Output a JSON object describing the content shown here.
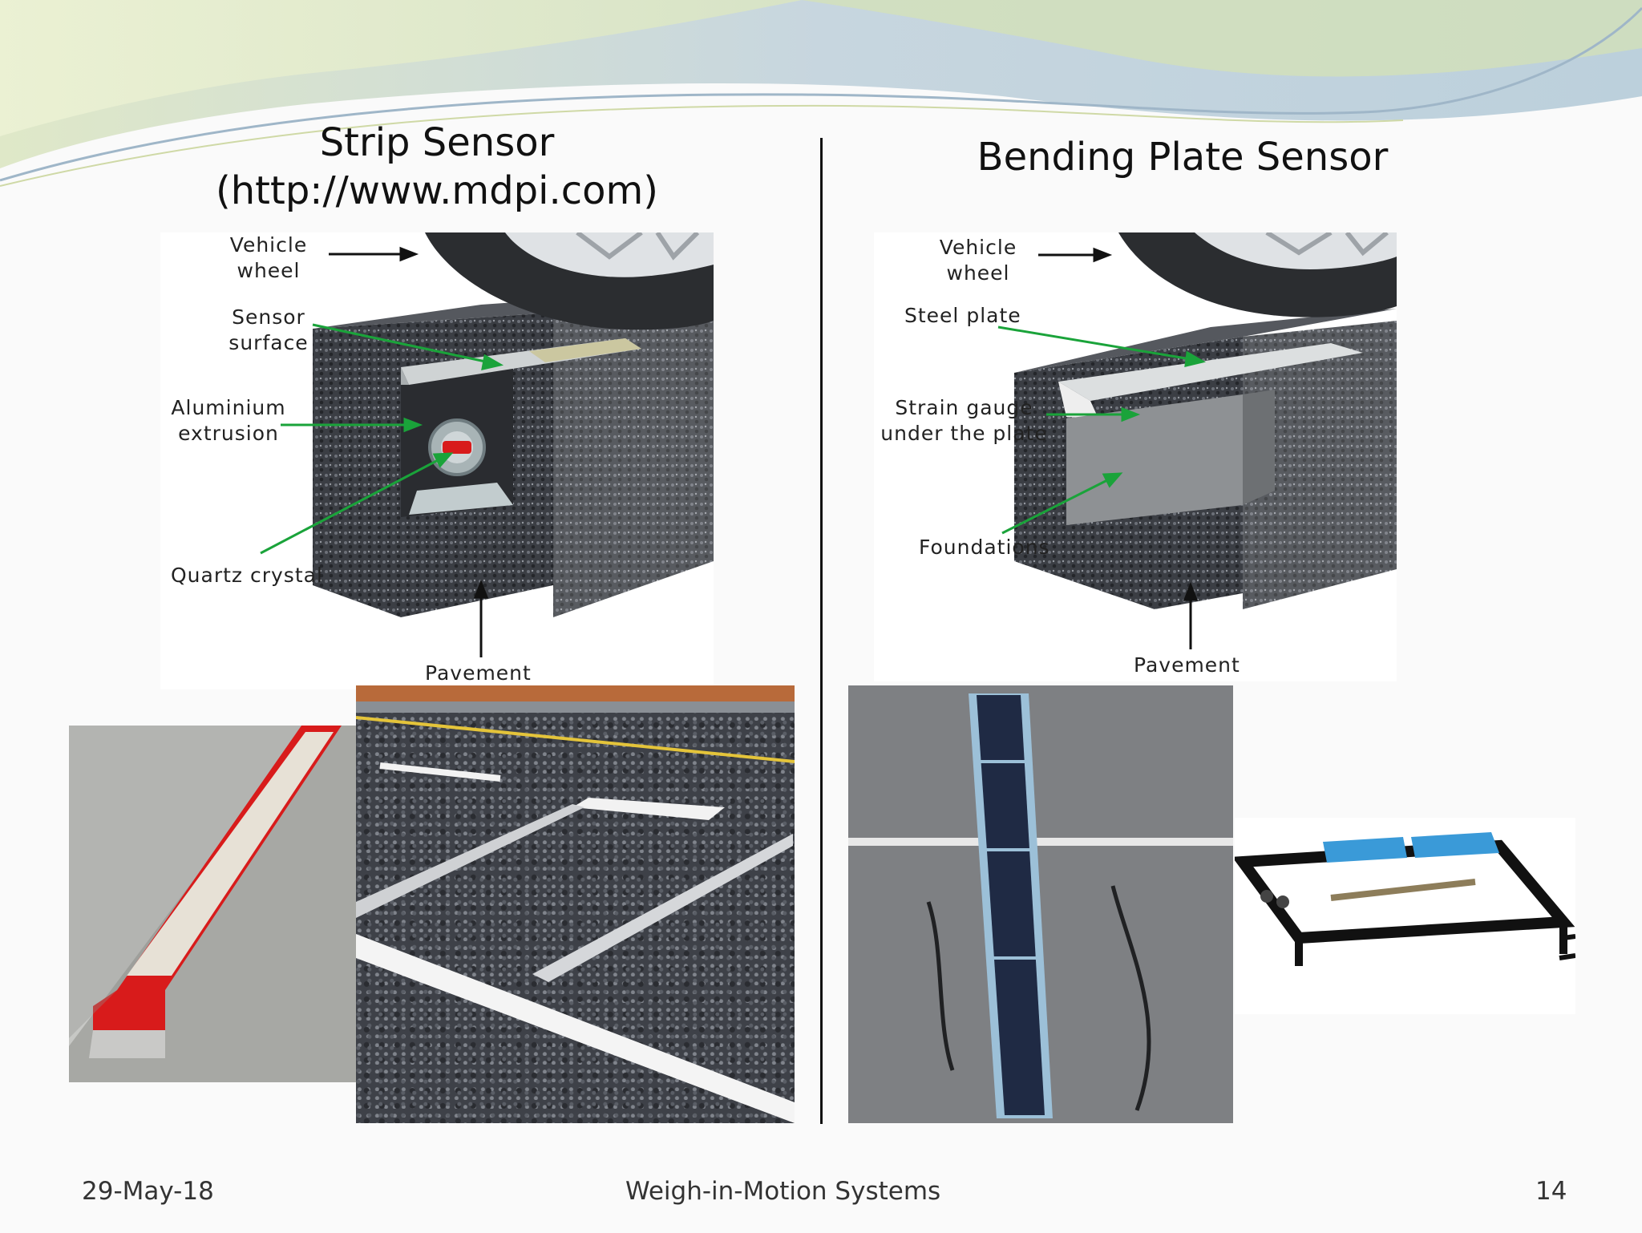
{
  "left": {
    "title_line1": "Strip Sensor",
    "title_line2": "(http://www.mdpi.com)",
    "labels": {
      "vehicle_wheel": [
        "Vehicle",
        "wheel"
      ],
      "sensor_surface": [
        "Sensor",
        "surface"
      ],
      "aluminium_extrusion": [
        "Aluminium",
        "extrusion"
      ],
      "quartz_crystal": "Quartz crystal",
      "pavement": "Pavement"
    }
  },
  "right": {
    "title": "Bending Plate Sensor",
    "labels": {
      "vehicle_wheel": [
        "Vehicle",
        "wheel"
      ],
      "steel_plate": "Steel plate",
      "strain_gauge": [
        "Strain gauge",
        "under the plate"
      ],
      "foundations": "Foundations",
      "pavement": "Pavement"
    }
  },
  "footer": {
    "date": "29-May-18",
    "center": "Weigh-in-Motion Systems",
    "page": "14"
  },
  "colors": {
    "arrow_green": "#1aa33a",
    "sensor_red": "#d81b1b",
    "plate_blue": "#3a9ad8"
  }
}
